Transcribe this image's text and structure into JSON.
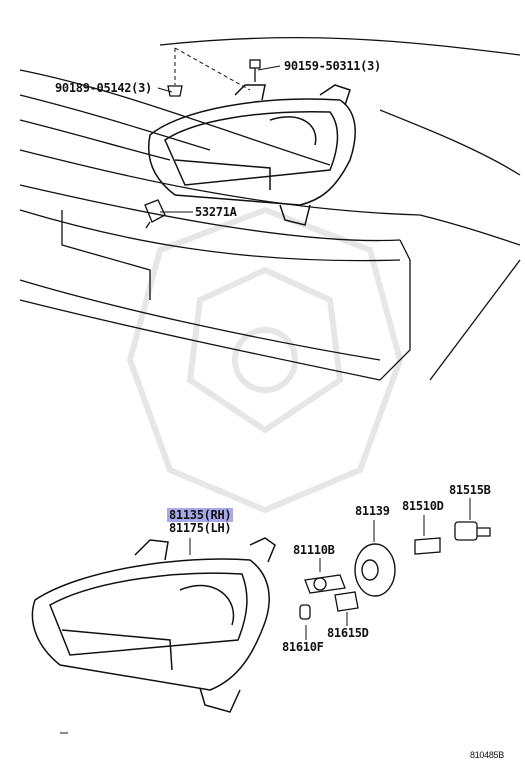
{
  "labels": {
    "screw_top": "90159-50311(3)",
    "clip_left": "90189-05142(3)",
    "bracket": "53271A",
    "headlamp_rh": "81135(RH)",
    "headlamp_lh": "81175(LH)",
    "socket_h": "81110B",
    "cover": "81139",
    "bulb_small": "81510D",
    "socket_small": "81515B",
    "bulb_side": "81615D",
    "bulb_tiny": "81610F",
    "drawing_id": "810485B"
  },
  "colors": {
    "line": "#111111",
    "highlight": "#a7a8e8",
    "watermark": "#e6e6e6"
  }
}
